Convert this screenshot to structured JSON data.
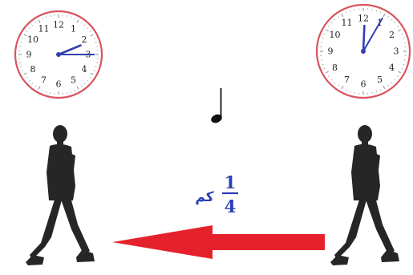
{
  "clocks": [
    {
      "name": "left",
      "time": "2:15",
      "hour": 2,
      "minute": 15,
      "numerals": [
        "12",
        "1",
        "2",
        "3",
        "4",
        "5",
        "6",
        "7",
        "8",
        "9",
        "10",
        "11"
      ]
    },
    {
      "name": "right",
      "time": "12:05",
      "hour": 12,
      "minute": 5,
      "numerals": [
        "12",
        "1",
        "2",
        "3",
        "4",
        "5",
        "6",
        "7",
        "8",
        "9",
        "10",
        "11"
      ]
    }
  ],
  "distance": {
    "numerator": "1",
    "denominator": "4",
    "unit": "كم"
  },
  "arrow": {
    "direction": "left"
  },
  "colors": {
    "clock_rim": "#d9545e",
    "clock_hands": "#3340b0",
    "arrow": "#e5212b",
    "text": "#2b3fb6",
    "silhouette": "#262626",
    "music_note": "#111111"
  },
  "icons": [
    "quarter-note-icon",
    "walking-man-icon"
  ]
}
